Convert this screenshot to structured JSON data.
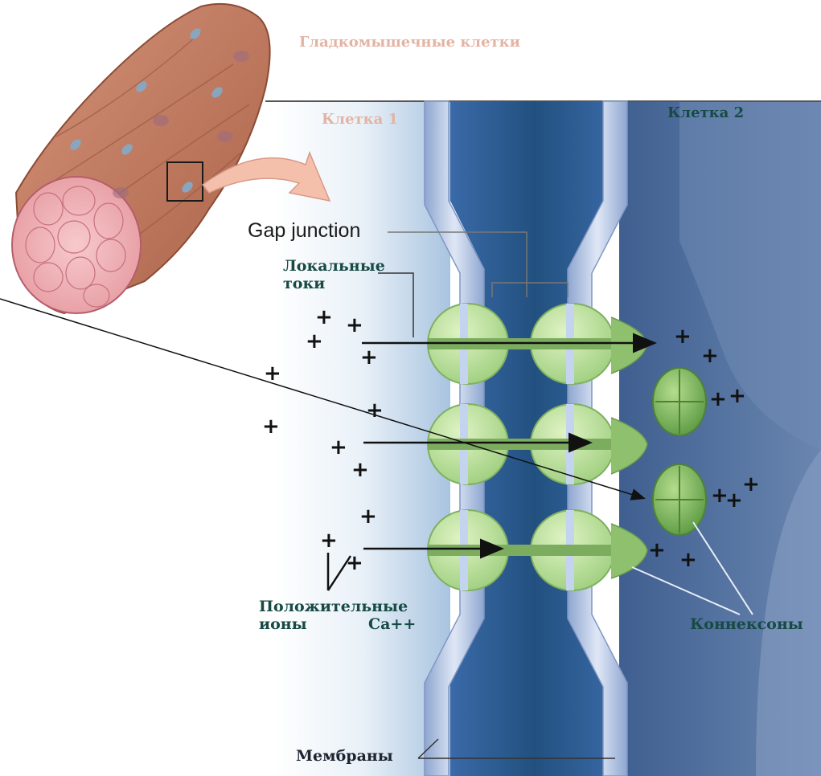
{
  "labels": {
    "smooth_muscle_cells": "Гладкомышечные клетки",
    "cell_1": "Клетка 1",
    "cell_2": "Клетка 2",
    "gap_junction": "Gap junction",
    "local_currents_line1": "Локальные",
    "local_currents_line2": "токи",
    "positive_ions_line1": "Положительные",
    "positive_ions_line2": "ионы",
    "calcium": "Ca++",
    "connexons": "Коннексоны",
    "membranes": "Мембраны"
  },
  "symbols": {
    "plus": "+"
  },
  "colors": {
    "cell2_blue": "#4d6d9c",
    "channel_blue": "#2e5a93",
    "membrane": "#b9c7e6",
    "connexon_green": "#b8e09a",
    "muscle": "#c47c5f",
    "label_teal": "#174a45",
    "label_salmon": "#e3b3a3"
  }
}
